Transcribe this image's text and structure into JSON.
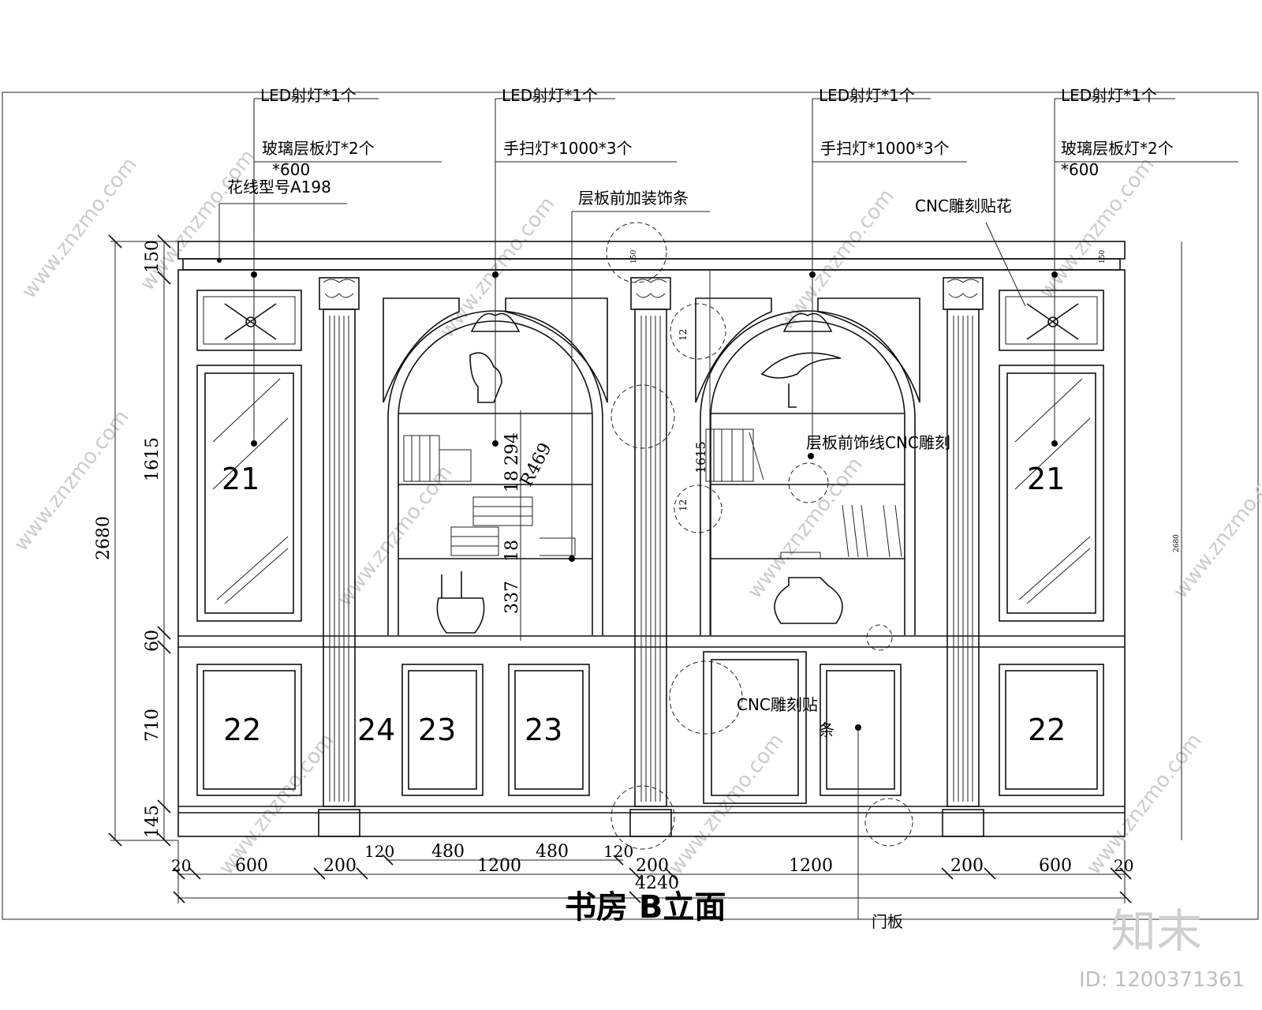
{
  "labels": {
    "led": "LED射灯*1个",
    "glass_light": "玻璃层板灯*2个",
    "glass_light_size": "*600",
    "hand_light": "手扫灯*1000*3个",
    "molding": "花线型号A198",
    "shelf_trim": "层板前加装饰条",
    "cnc_flower": "CNC雕刻贴花",
    "shelf_cnc": "层板前饰线CNC雕刻",
    "cnc_strip_1": "CNC雕刻贴",
    "cnc_strip_2": "条",
    "door_panel": "门板",
    "title": "书房 B立面"
  },
  "panel_numbers": {
    "n21a": "21",
    "n21b": "21",
    "n22a": "22",
    "n22b": "22",
    "n23a": "23",
    "n23b": "23",
    "n24": "24"
  },
  "dims_vertical": {
    "d150": "150",
    "d1615": "1615",
    "d2680": "2680",
    "d60": "60",
    "d710": "710",
    "d145": "145",
    "d294": "294",
    "d18a": "18",
    "d18b": "18",
    "d337": "337",
    "r469": "R469",
    "d12a": "12",
    "d12b": "12",
    "d1615b": "1615",
    "d2680s": "2680",
    "d150s": "150"
  },
  "dims_horizontal": {
    "d20a": "20",
    "d600a": "600",
    "d200a": "200",
    "d120a": "120",
    "d480a": "480",
    "d1200a": "1200",
    "d480b": "480",
    "d120b": "120",
    "d200b": "200",
    "d1200b": "1200",
    "d200c": "200",
    "d600b": "600",
    "d20b": "20",
    "d4240": "4240"
  },
  "watermark": {
    "site": "www.znzmo.com",
    "brand": "知末",
    "id": "ID: 1200371361"
  }
}
